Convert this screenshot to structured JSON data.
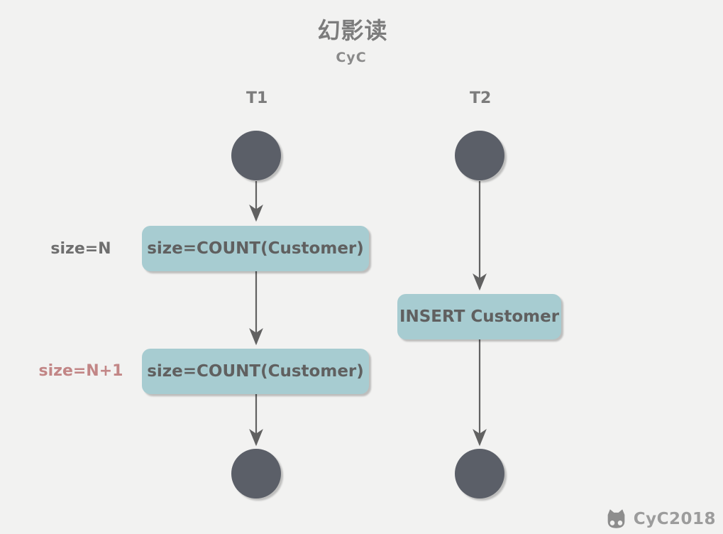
{
  "title": "幻影读",
  "subtitle": "CyC",
  "lanes": [
    {
      "id": "t1",
      "label": "T1"
    },
    {
      "id": "t2",
      "label": "T2"
    }
  ],
  "boxes": [
    {
      "id": "t1-count-1",
      "lane": "T1",
      "label": "size=COUNT(Customer)"
    },
    {
      "id": "t1-count-2",
      "lane": "T1",
      "label": "size=COUNT(Customer)"
    },
    {
      "id": "t2-insert",
      "lane": "T2",
      "label": "INSERT Customer"
    }
  ],
  "side_labels": [
    {
      "id": "size-n",
      "text": "size=N",
      "color": "#6f6f6f"
    },
    {
      "id": "size-n-plus-1",
      "text": "size=N+1",
      "color": "#c28686"
    }
  ],
  "watermark": {
    "text": "CyC2018",
    "icon": "cat-logo-icon"
  },
  "colors": {
    "background": "#f2f2f1",
    "node_circle": "#5b5f68",
    "box_background": "#a7ccd1",
    "box_text": "#606060",
    "arrow": "#616161",
    "title_text": "#7c7c7c",
    "subtitle_text": "#8a8a8a",
    "lane_label_text": "#7b7b7b",
    "watermark_text": "#9c9c9c"
  }
}
